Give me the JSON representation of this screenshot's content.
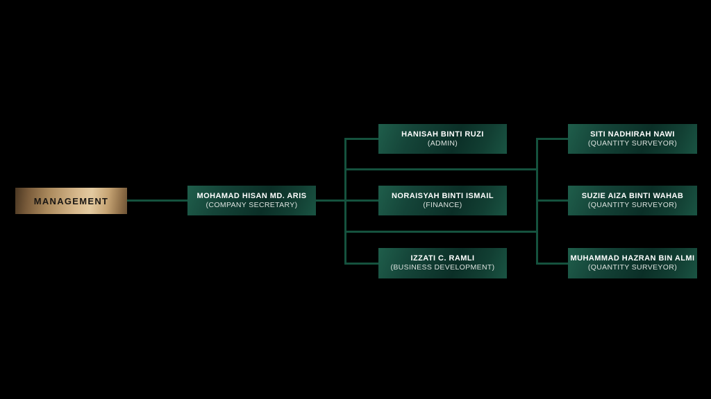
{
  "colors": {
    "background": "#000000",
    "connector": "#15523e",
    "node_green_light": "#1f5e4b",
    "node_green_dark": "#0b2f27",
    "management_gold_light": "#e3caa0",
    "management_gold_dark": "#4a3722",
    "name_text": "#ffffff",
    "role_text": "#dce3df",
    "management_text": "#191613"
  },
  "org": {
    "management": {
      "label": "MANAGEMENT"
    },
    "nodes": [
      {
        "name": "MOHAMAD HISAN MD. ARIS",
        "role": "(COMPANY SECRETARY)"
      },
      {
        "name": "HANISAH BINTI RUZI",
        "role": "(ADMIN)"
      },
      {
        "name": "NORAISYAH BINTI ISMAIL",
        "role": "(FINANCE)"
      },
      {
        "name": "IZZATI C. RAMLI",
        "role": "(BUSINESS DEVELOPMENT)"
      },
      {
        "name": "SITI NADHIRAH NAWI",
        "role": "(QUANTITY SURVEYOR)"
      },
      {
        "name": "SUZIE AIZA BINTI WAHAB",
        "role": "(QUANTITY SURVEYOR)"
      },
      {
        "name": "MUHAMMAD HAZRAN BIN ALMI",
        "role": "(QUANTITY SURVEYOR)"
      }
    ]
  }
}
